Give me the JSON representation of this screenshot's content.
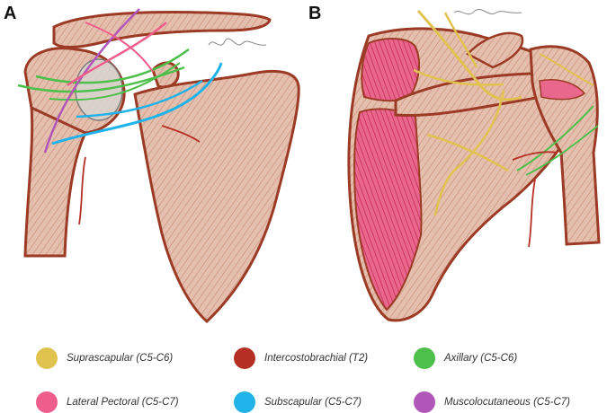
{
  "panels": {
    "a": "A",
    "b": "B"
  },
  "legend": [
    {
      "label": "Suprascapular (C5-C6)",
      "color": "#e0c24f"
    },
    {
      "label": "Intercostobrachial (T2)",
      "color": "#b52f24"
    },
    {
      "label": "Axillary (C5-C6)",
      "color": "#4cc04a"
    },
    {
      "label": "Lateral Pectoral (C5-C7)",
      "color": "#ef5d8a"
    },
    {
      "label": "Subscapular (C5-C7)",
      "color": "#1fb3ea"
    },
    {
      "label": "Muscolocutaneous (C5-C7)",
      "color": "#b056b8"
    }
  ],
  "colors": {
    "bone": "#d9a087",
    "bone_shade": "#e9d3c8",
    "bone_outline": "#9c3b25",
    "muscle": "#d8436b",
    "muscle_light": "#f2b4c4"
  }
}
